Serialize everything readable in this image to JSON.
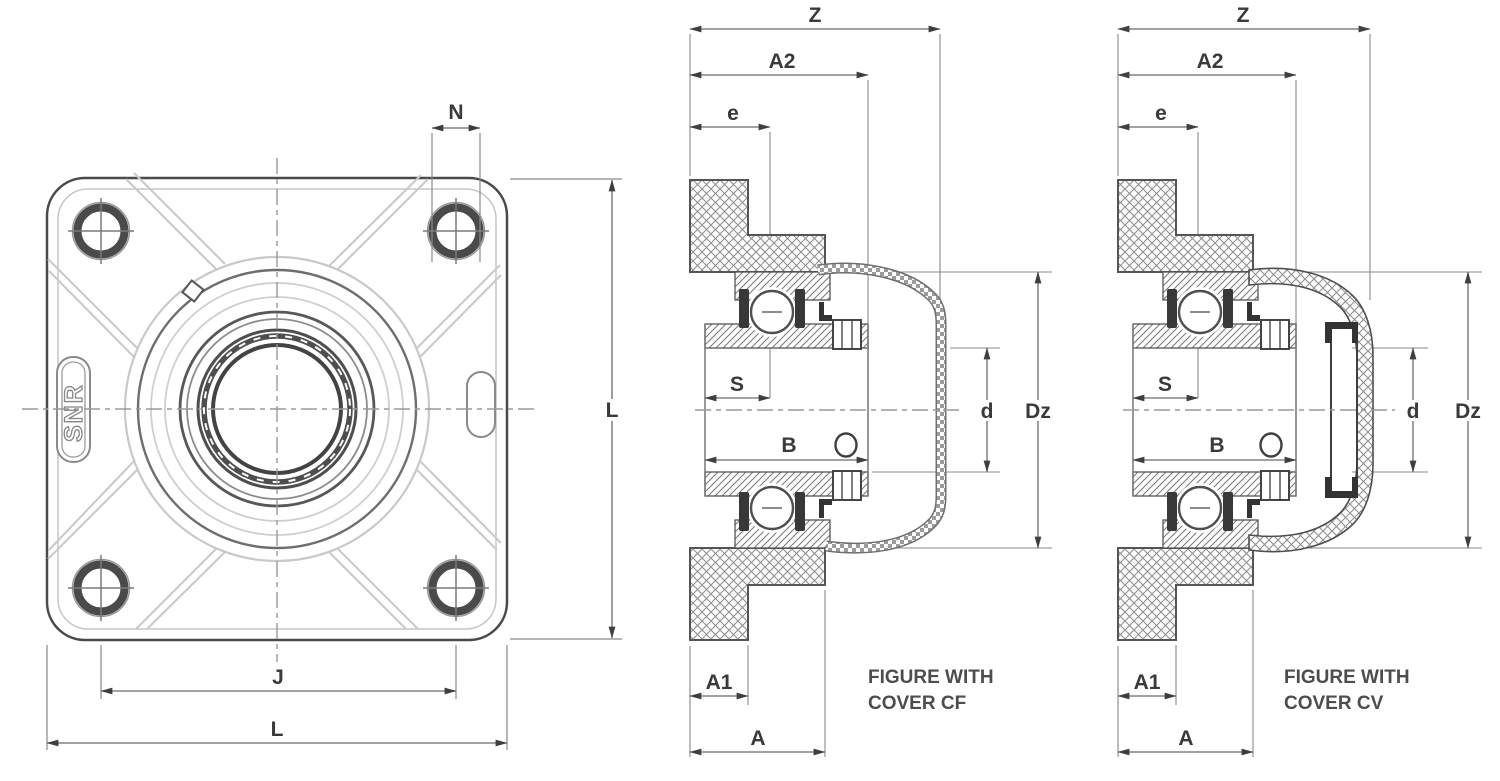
{
  "drawing": {
    "type": "engineering-dimension-drawing",
    "product": "4-bolt square flange bearing unit",
    "views": [
      "front",
      "section-cover-cf",
      "section-cover-cv"
    ]
  },
  "front_view": {
    "logo": "SNR",
    "dim_n": "N",
    "dim_j": "J",
    "dim_l_width": "L",
    "dim_l_height": "L"
  },
  "section_cf": {
    "dim_z": "Z",
    "dim_a2": "A2",
    "dim_e": "e",
    "dim_s": "S",
    "dim_b": "B",
    "dim_d": "d",
    "dim_dz": "Dz",
    "dim_a1": "A1",
    "dim_a": "A",
    "caption_line1": "FIGURE WITH",
    "caption_line2": "COVER CF"
  },
  "section_cv": {
    "dim_z": "Z",
    "dim_a2": "A2",
    "dim_e": "e",
    "dim_s": "S",
    "dim_b": "B",
    "dim_d": "d",
    "dim_dz": "Dz",
    "dim_a1": "A1",
    "dim_a": "A",
    "caption_line1": "FIGURE WITH",
    "caption_line2": "COVER CV"
  },
  "colors": {
    "background": "#ffffff",
    "outline": "#4f4f4f",
    "dimension_line": "#6b6b6b",
    "extension_line": "#8a8a8a",
    "hatch": "#8f8f8f",
    "label": "#3a3a3a",
    "light_detail": "#c9c9c9"
  }
}
